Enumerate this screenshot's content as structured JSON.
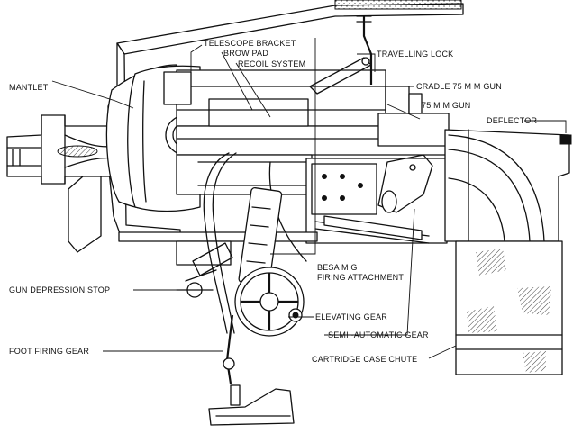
{
  "labels": {
    "telescope_bracket": "TELESCOPE BRACKET",
    "brow_pad": "BROW PAD",
    "recoil_system": "RECOIL SYSTEM",
    "travelling_lock": "TRAVELLING LOCK",
    "mantlet": "MANTLET",
    "cradle": "CRADLE 75 M M GUN",
    "gun_75": "75 M M GUN",
    "deflector": "DEFLECTOR",
    "besa_1": "BESA M G",
    "besa_2": "FIRING ATTACHMENT",
    "gun_depression_stop": "GUN DEPRESSION STOP",
    "elevating_gear": "ELEVATING GEAR",
    "semi_automatic_gear": "SEMI -AUTOMATIC GEAR",
    "foot_firing_gear": "FOOT FIRING GEAR",
    "cartridge_case_chute": "CARTRIDGE CASE CHUTE"
  }
}
